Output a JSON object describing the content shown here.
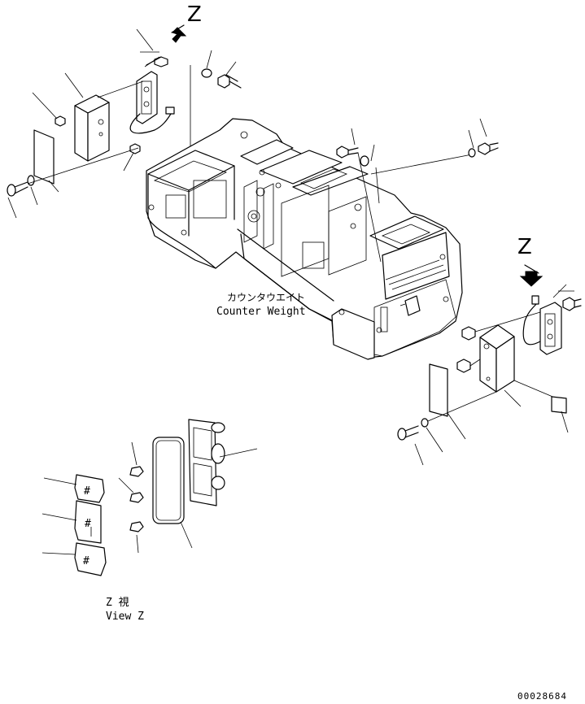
{
  "labels": {
    "view_marker_top": "Z",
    "view_marker_right": "Z",
    "counterweight_jp": "カウンタウエイト",
    "counterweight_en": "Counter Weight",
    "view_z_jp": "Z  視",
    "view_z_en": "View Z",
    "drawing_number": "00028684"
  },
  "icons": {
    "arrow_top": "view-direction-arrow",
    "arrow_right": "view-direction-arrow"
  }
}
